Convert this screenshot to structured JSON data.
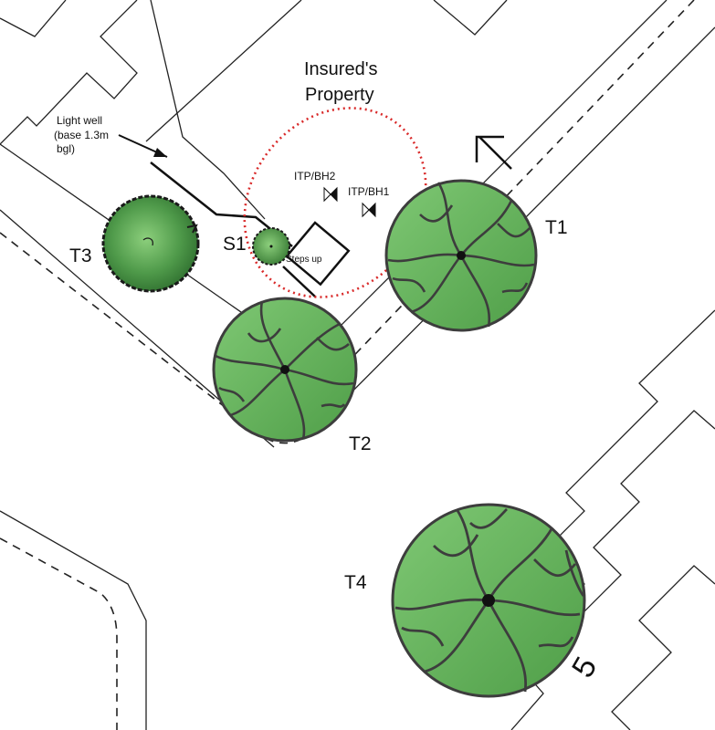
{
  "title": {
    "line1": "Insured's",
    "line2": "Property"
  },
  "light_well": {
    "line1": "Light well",
    "line2": "(base 1.3m",
    "line3": "bgl)"
  },
  "boreholes": [
    {
      "label": "ITP/BH2"
    },
    {
      "label": "ITP/BH1"
    }
  ],
  "steps_label": "Steps up",
  "trees": [
    {
      "id": "t1",
      "label": "T1"
    },
    {
      "id": "t2",
      "label": "T2"
    },
    {
      "id": "t3",
      "label": "T3"
    },
    {
      "id": "t4",
      "label": "T4"
    }
  ],
  "shrub": {
    "label": "S1"
  },
  "house_number": "5",
  "colors": {
    "tree_fill": "#6dbb62",
    "tree_outline": "#3d3d3d",
    "t3_fill": "#3f8a3f",
    "zone_outline": "#d92a2a",
    "lines": "#1a1a1a"
  }
}
